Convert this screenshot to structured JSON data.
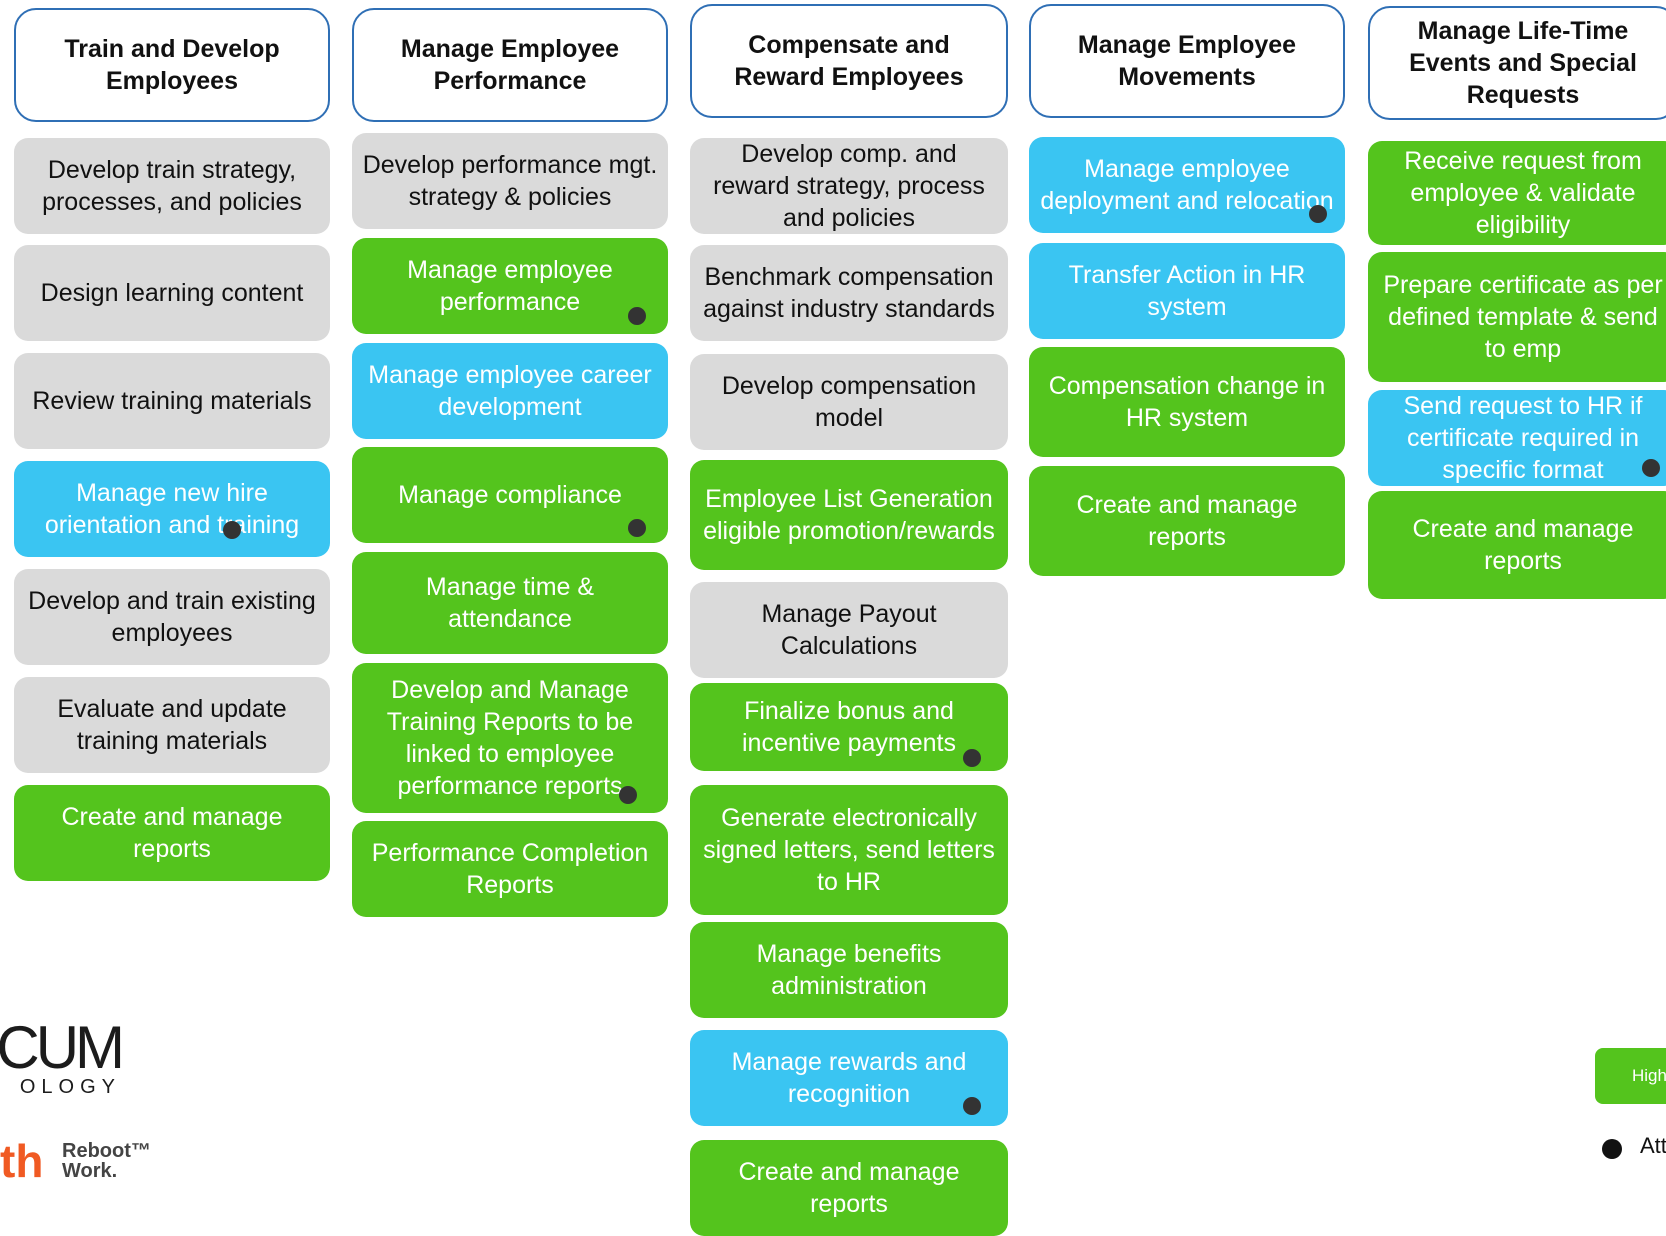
{
  "columns": [
    {
      "header": "Train and Develop Employees",
      "items": [
        {
          "text": "Develop train strategy, processes, and policies",
          "color": "grey"
        },
        {
          "text": "Design learning content",
          "color": "grey"
        },
        {
          "text": "Review  training materials",
          "color": "grey"
        },
        {
          "text": "Manage new hire orientation and training",
          "color": "blue",
          "marked": true
        },
        {
          "text": "Develop and train existing employees",
          "color": "grey"
        },
        {
          "text": "Evaluate and update training materials",
          "color": "grey"
        },
        {
          "text": "Create and manage reports",
          "color": "green"
        }
      ]
    },
    {
      "header": "Manage Employee Performance",
      "items": [
        {
          "text": "Develop performance mgt. strategy & policies",
          "color": "grey"
        },
        {
          "text": "Manage employee performance",
          "color": "green",
          "marked": true
        },
        {
          "text": "Manage employee career development",
          "color": "blue"
        },
        {
          "text": "Manage compliance",
          "color": "green",
          "marked": true
        },
        {
          "text": "Manage time & attendance",
          "color": "green"
        },
        {
          "text": "Develop  and Manage Training Reports to be linked to employee performance reports",
          "color": "green",
          "marked": true
        },
        {
          "text": "Performance Completion Reports",
          "color": "green"
        }
      ]
    },
    {
      "header": "Compensate and Reward Employees",
      "items": [
        {
          "text": "Develop comp. and reward strategy, process and policies",
          "color": "grey"
        },
        {
          "text": "Benchmark compensation against industry standards",
          "color": "grey"
        },
        {
          "text": "Develop compensation model",
          "color": "grey"
        },
        {
          "text": "Employee List Generation eligible promotion/rewards",
          "color": "green"
        },
        {
          "text": "Manage Payout Calculations",
          "color": "grey"
        },
        {
          "text": "Finalize bonus and incentive payments",
          "color": "green",
          "marked": true
        },
        {
          "text": "Generate electronically signed letters, send letters to HR",
          "color": "green"
        },
        {
          "text": "Manage benefits administration",
          "color": "green"
        },
        {
          "text": "Manage rewards and recognition",
          "color": "blue",
          "marked": true
        },
        {
          "text": "Create and manage reports",
          "color": "green"
        }
      ]
    },
    {
      "header": "Manage Employee Movements",
      "items": [
        {
          "text": "Manage employee deployment and relocation",
          "color": "blue",
          "marked": true
        },
        {
          "text": "Transfer Action in HR system",
          "color": "blue"
        },
        {
          "text": "Compensation change in HR system",
          "color": "green"
        },
        {
          "text": "Create and manage reports",
          "color": "green"
        }
      ]
    },
    {
      "header": "Manage Life-Time Events and Special Requests",
      "items": [
        {
          "text": "Receive request from employee & validate eligibility",
          "color": "green"
        },
        {
          "text": "Prepare certificate as per defined template & send to emp",
          "color": "green"
        },
        {
          "text": "Send request to HR if certificate required in specific format",
          "color": "blue",
          "marked": true
        },
        {
          "text": "Create and manage reports",
          "color": "green"
        }
      ]
    }
  ],
  "logos": {
    "company_main": "CUM",
    "company_sub": "OLOGY",
    "partner_mark": "th",
    "partner_tagline": "Reboot™ Work."
  },
  "legend": {
    "green_label": "High",
    "dot_label": "Att"
  }
}
